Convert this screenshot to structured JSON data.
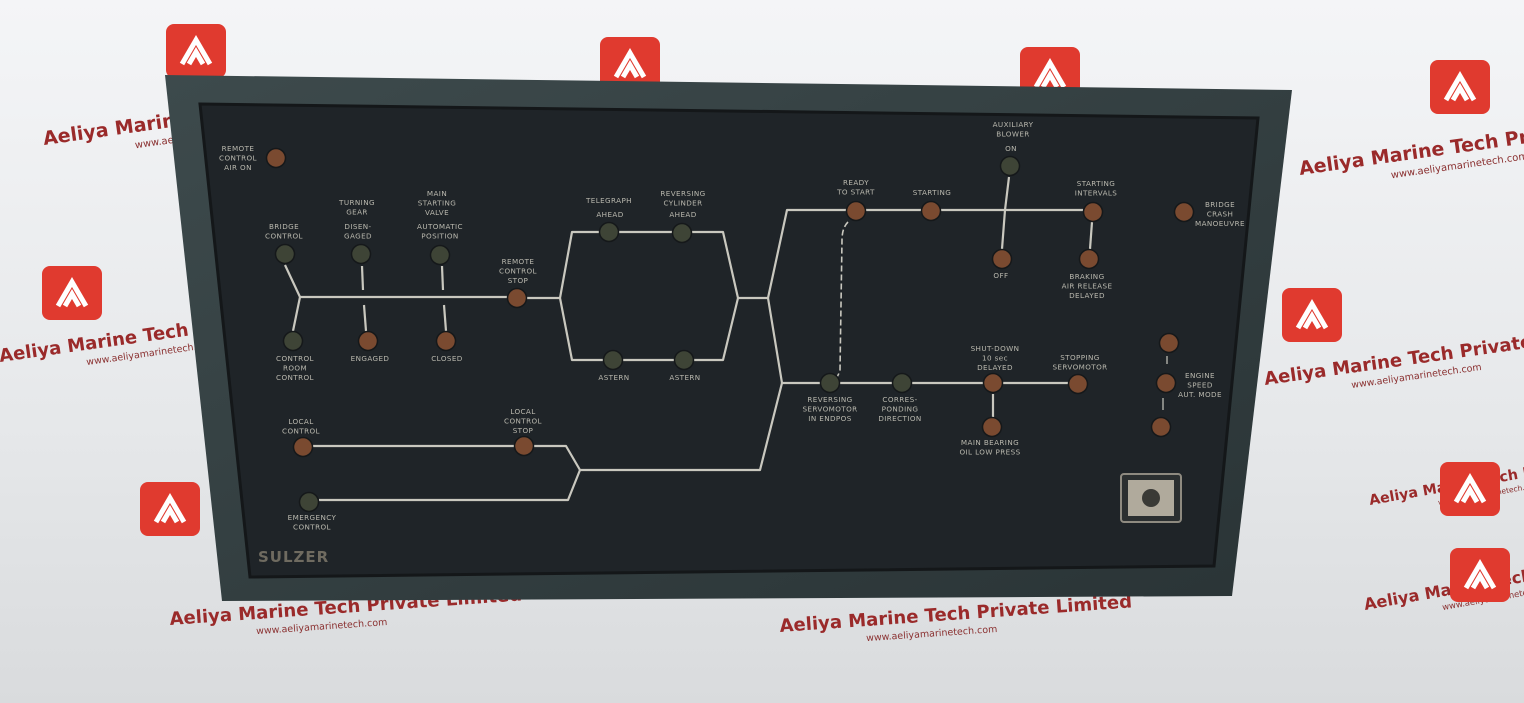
{
  "watermark": {
    "company": "Aeliya Marine Tech Private Limited",
    "url": "www.aeliyamarinetech.com",
    "logo_color": "#e03a2f"
  },
  "panel": {
    "brand": "SULZER",
    "line_color": "#c9c8bf",
    "lamp_colors": {
      "amber": "#7a4a30",
      "green": "#3e4436"
    },
    "labels": [
      {
        "id": "remote-control-air-on",
        "lines": [
          "REMOTE",
          "CONTROL",
          "AIR ON"
        ]
      },
      {
        "id": "bridge-control",
        "lines": [
          "BRIDGE",
          "CONTROL"
        ]
      },
      {
        "id": "turning-gear",
        "lines": [
          "TURNING",
          "GEAR"
        ]
      },
      {
        "id": "disengaged",
        "lines": [
          "DISEN-",
          "GAGED"
        ]
      },
      {
        "id": "main-starting-valve",
        "lines": [
          "MAIN",
          "STARTING",
          "VALVE"
        ]
      },
      {
        "id": "automatic-position",
        "lines": [
          "AUTOMATIC",
          "POSITION"
        ]
      },
      {
        "id": "control-room-control",
        "lines": [
          "CONTROL",
          "ROOM",
          "CONTROL"
        ]
      },
      {
        "id": "engaged",
        "lines": [
          "ENGAGED"
        ]
      },
      {
        "id": "closed",
        "lines": [
          "CLOSED"
        ]
      },
      {
        "id": "remote-control-stop",
        "lines": [
          "REMOTE",
          "CONTROL",
          "STOP"
        ]
      },
      {
        "id": "telegraph",
        "lines": [
          "TELEGRAPH"
        ]
      },
      {
        "id": "telegraph-ahead",
        "lines": [
          "AHEAD"
        ]
      },
      {
        "id": "reversing-cylinder",
        "lines": [
          "REVERSING",
          "CYLINDER"
        ]
      },
      {
        "id": "cylinder-ahead",
        "lines": [
          "AHEAD"
        ]
      },
      {
        "id": "telegraph-astern",
        "lines": [
          "ASTERN"
        ]
      },
      {
        "id": "cylinder-astern",
        "lines": [
          "ASTERN"
        ]
      },
      {
        "id": "ready-to-start",
        "lines": [
          "READY",
          "TO START"
        ]
      },
      {
        "id": "starting",
        "lines": [
          "STARTING"
        ]
      },
      {
        "id": "auxiliary-blower",
        "lines": [
          "AUXILIARY",
          "BLOWER"
        ]
      },
      {
        "id": "blower-on",
        "lines": [
          "ON"
        ]
      },
      {
        "id": "blower-off",
        "lines": [
          "OFF"
        ]
      },
      {
        "id": "starting-intervals",
        "lines": [
          "STARTING",
          "INTERVALS"
        ]
      },
      {
        "id": "braking-air-release",
        "lines": [
          "BRAKING",
          "AIR RELEASE",
          "DELAYED"
        ]
      },
      {
        "id": "bridge-crash-manoeuvre",
        "lines": [
          "BRIDGE",
          "CRASH",
          "MANOEUVRE"
        ]
      },
      {
        "id": "reversing-servomotor",
        "lines": [
          "REVERSING",
          "SERVOMOTOR",
          "IN ENDPOS"
        ]
      },
      {
        "id": "corresponding-direction",
        "lines": [
          "CORRES-",
          "PONDING",
          "DIRECTION"
        ]
      },
      {
        "id": "shut-down",
        "lines": [
          "SHUT-DOWN",
          "10 sec",
          "DELAYED"
        ]
      },
      {
        "id": "stopping-servomotor",
        "lines": [
          "STOPPING",
          "SERVOMOTOR"
        ]
      },
      {
        "id": "main-bearing-oil",
        "lines": [
          "MAIN BEARING",
          "OIL LOW PRESS"
        ]
      },
      {
        "id": "engine-speed-aut-mode",
        "lines": [
          "ENGINE",
          "SPEED",
          "AUT. MODE"
        ]
      },
      {
        "id": "local-control",
        "lines": [
          "LOCAL",
          "CONTROL"
        ]
      },
      {
        "id": "local-control-stop",
        "lines": [
          "LOCAL",
          "CONTROL",
          "STOP"
        ]
      },
      {
        "id": "emergency-control",
        "lines": [
          "EMERGENCY",
          "CONTROL"
        ]
      }
    ],
    "lamps": [
      {
        "id": "remote-control-air-on",
        "color": "amber"
      },
      {
        "id": "bridge-control",
        "color": "green"
      },
      {
        "id": "turning-gear-disengaged",
        "color": "green"
      },
      {
        "id": "starting-valve-automatic",
        "color": "green"
      },
      {
        "id": "control-room-control",
        "color": "green"
      },
      {
        "id": "turning-gear-engaged",
        "color": "amber"
      },
      {
        "id": "starting-valve-closed",
        "color": "amber"
      },
      {
        "id": "remote-control-stop",
        "color": "amber"
      },
      {
        "id": "telegraph-ahead",
        "color": "green"
      },
      {
        "id": "cylinder-ahead",
        "color": "green"
      },
      {
        "id": "telegraph-astern",
        "color": "green"
      },
      {
        "id": "cylinder-astern",
        "color": "green"
      },
      {
        "id": "ready-to-start",
        "color": "amber"
      },
      {
        "id": "starting",
        "color": "amber"
      },
      {
        "id": "blower-on",
        "color": "green"
      },
      {
        "id": "blower-off",
        "color": "amber"
      },
      {
        "id": "starting-intervals",
        "color": "amber"
      },
      {
        "id": "braking-air-release",
        "color": "amber"
      },
      {
        "id": "bridge-crash-manoeuvre",
        "color": "amber"
      },
      {
        "id": "reversing-servomotor",
        "color": "green"
      },
      {
        "id": "corresponding-direction",
        "color": "green"
      },
      {
        "id": "shut-down",
        "color": "amber"
      },
      {
        "id": "stopping-servomotor",
        "color": "amber"
      },
      {
        "id": "main-bearing-oil",
        "color": "amber"
      },
      {
        "id": "engine-speed-up",
        "color": "amber"
      },
      {
        "id": "engine-speed-aut-mode",
        "color": "amber"
      },
      {
        "id": "engine-speed-down",
        "color": "amber"
      },
      {
        "id": "local-control",
        "color": "amber"
      },
      {
        "id": "local-control-stop",
        "color": "amber"
      },
      {
        "id": "emergency-control",
        "color": "green"
      }
    ]
  }
}
